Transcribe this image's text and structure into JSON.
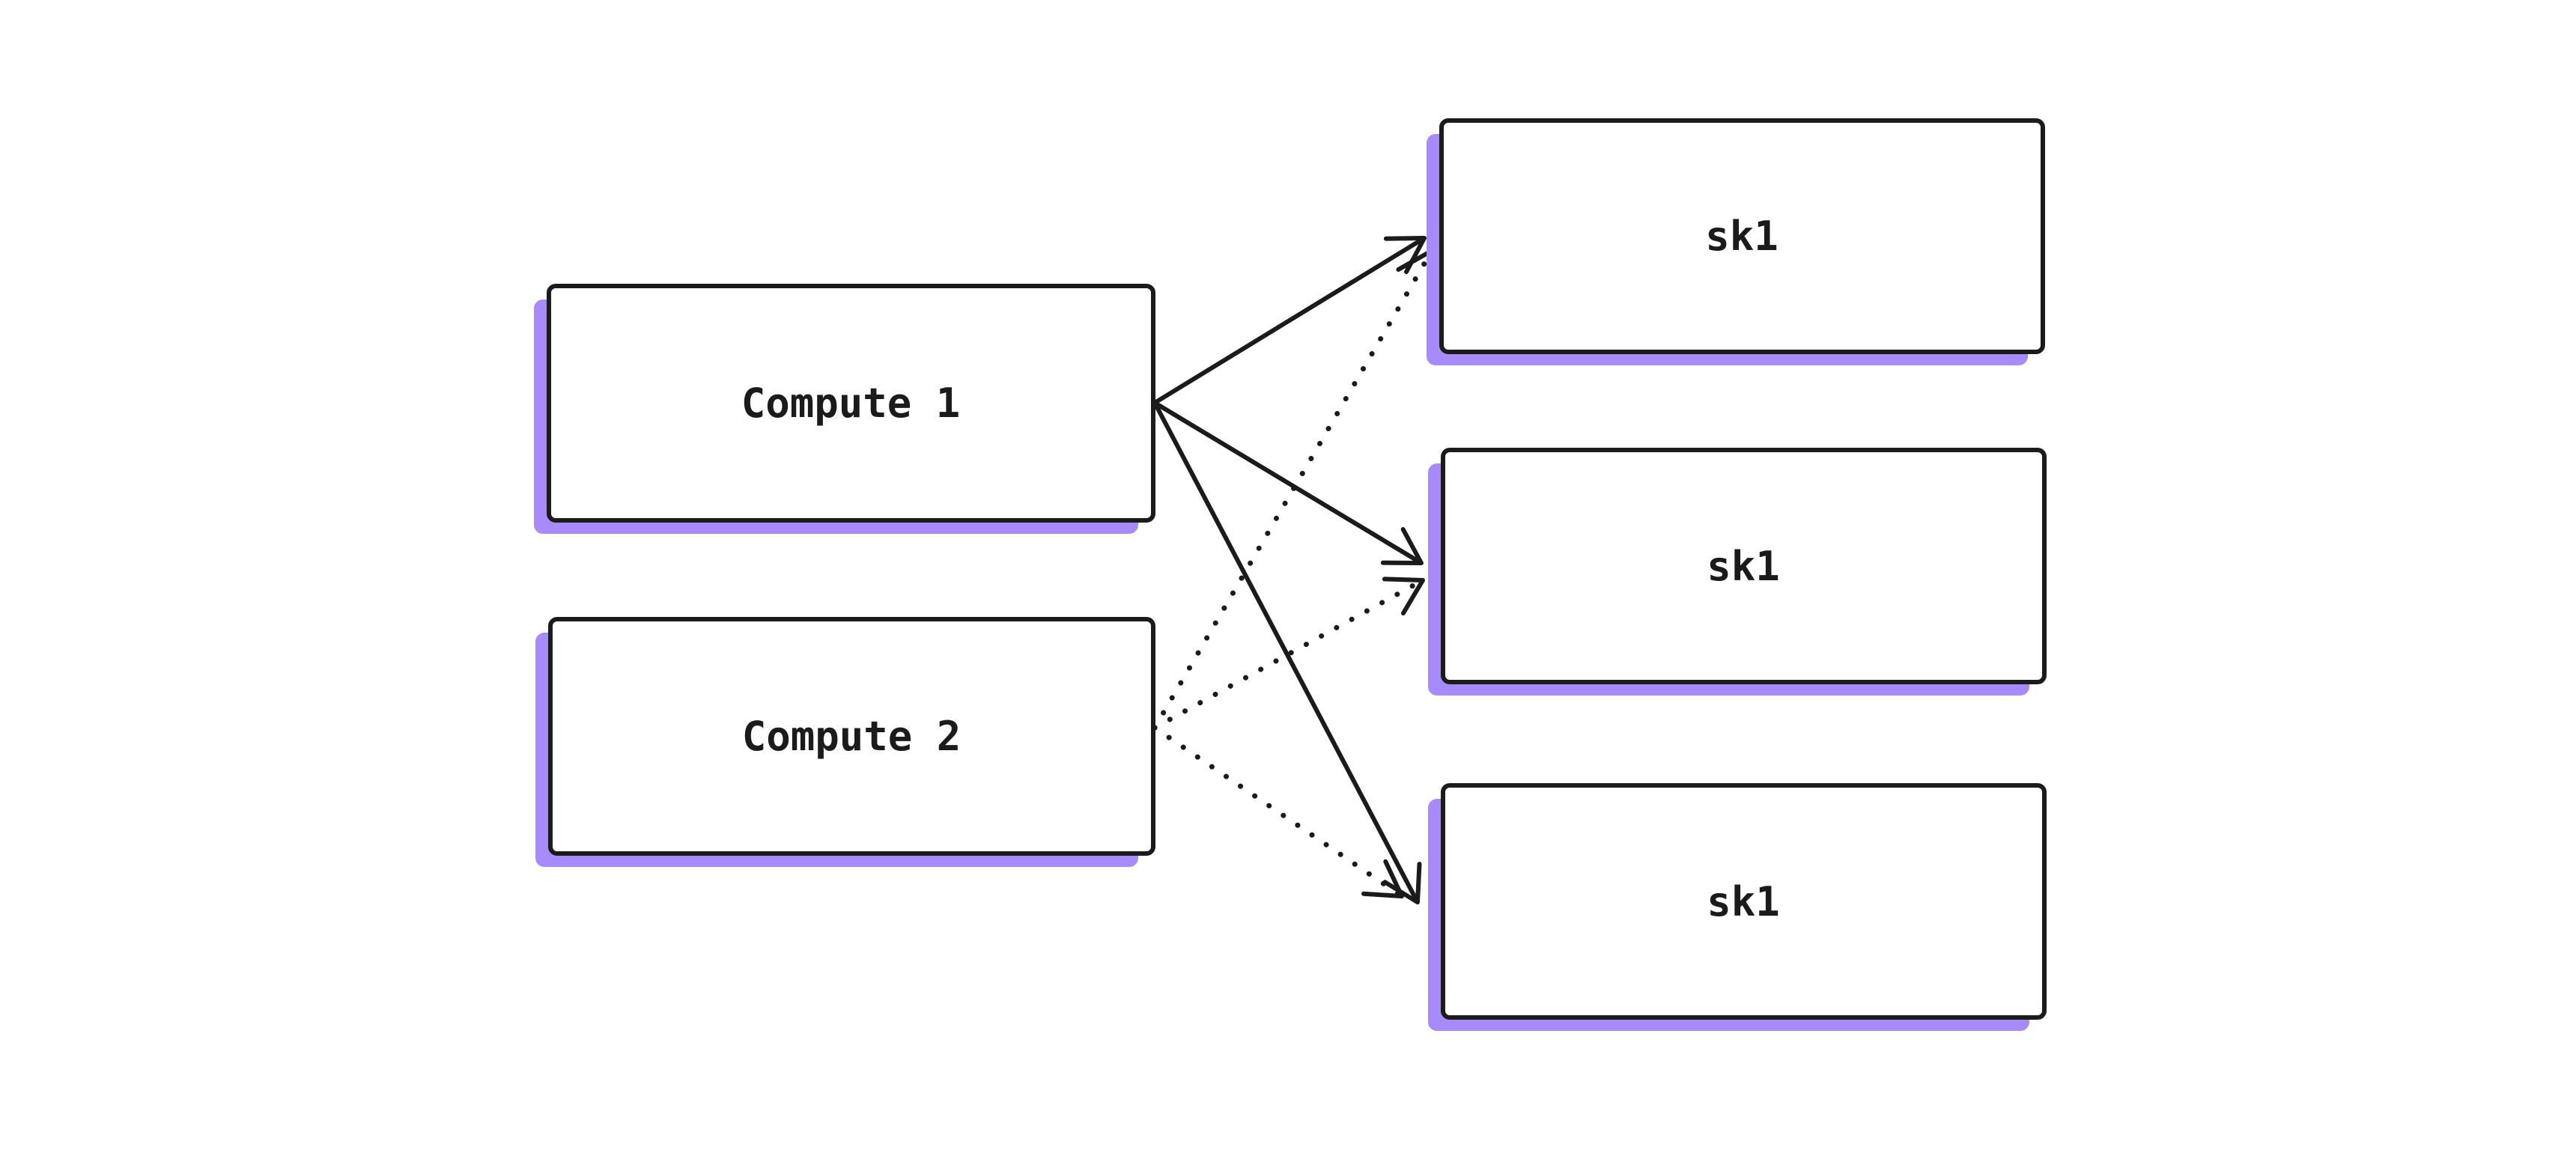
{
  "diagram": {
    "background_color": "#ffffff",
    "stroke_color": "#1b1b1b",
    "shadow_color": "#a78bfa",
    "box_fill_color": "#ffffff",
    "nodes": {
      "compute1": {
        "label": "Compute 1"
      },
      "compute2": {
        "label": "Compute 2"
      },
      "sk1a": {
        "label": "sk1"
      },
      "sk1b": {
        "label": "sk1"
      },
      "sk1c": {
        "label": "sk1"
      }
    },
    "edges": [
      {
        "from": "compute1",
        "to": "sk1a",
        "style": "solid"
      },
      {
        "from": "compute1",
        "to": "sk1b",
        "style": "solid"
      },
      {
        "from": "compute1",
        "to": "sk1c",
        "style": "solid"
      },
      {
        "from": "compute2",
        "to": "sk1a",
        "style": "dotted"
      },
      {
        "from": "compute2",
        "to": "sk1b",
        "style": "dotted"
      },
      {
        "from": "compute2",
        "to": "sk1c",
        "style": "dotted"
      }
    ]
  }
}
